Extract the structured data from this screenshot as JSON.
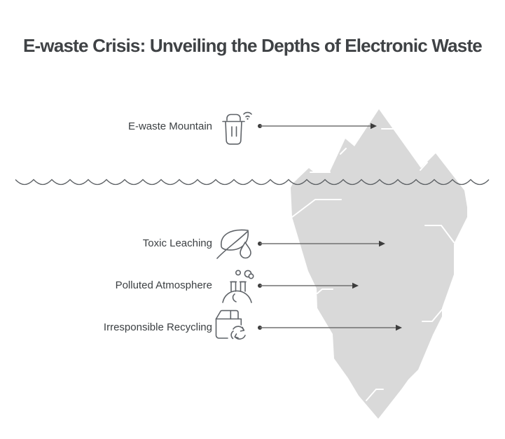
{
  "title": "E-waste Crisis: Unveiling the Depths of Electronic Waste",
  "rows": [
    {
      "label": "E-waste Mountain",
      "icon": "smart-trash-bin-icon",
      "position": "above-waterline"
    },
    {
      "label": "Toxic Leaching",
      "icon": "leaf-droplet-icon",
      "position": "below-waterline"
    },
    {
      "label": "Polluted Atmosphere",
      "icon": "factory-smoke-icon",
      "position": "below-waterline"
    },
    {
      "label": "Irresponsible Recycling",
      "icon": "recycling-box-icon",
      "position": "below-waterline"
    }
  ],
  "colors": {
    "background": "#ffffff",
    "iceberg": "#d9d9d9",
    "crack": "#ffffff",
    "waterline": "#5c6064",
    "arrow-line": "#707070",
    "arrow-head": "#3c3c3c",
    "icon-stroke": "#5f6368",
    "label-text": "#3b3f42",
    "title-text": "#3f4245"
  }
}
